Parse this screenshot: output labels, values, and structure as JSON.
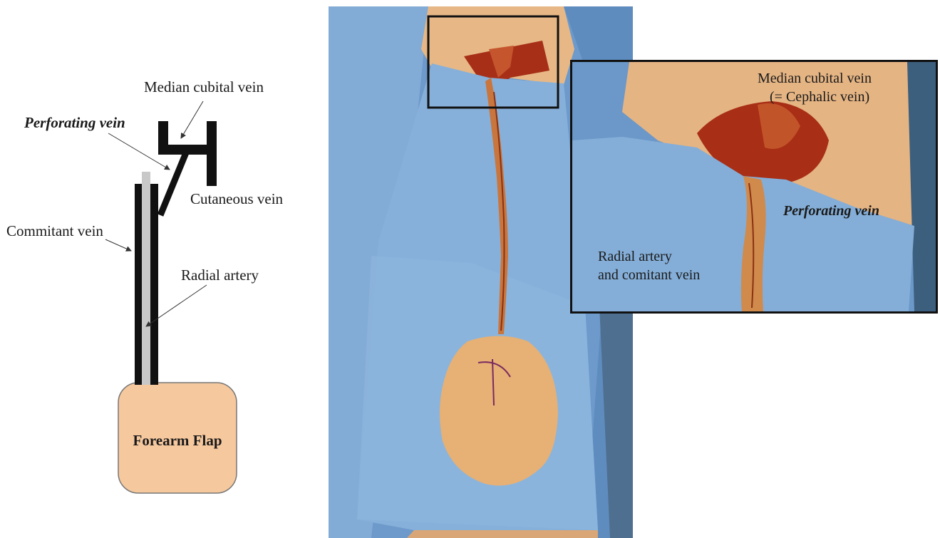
{
  "diagram": {
    "labels": {
      "median_cubital_vein": "Median cubital vein",
      "perforating_vein": "Perforating vein",
      "cutaneous_vein": "Cutaneous vein",
      "commitant_vein": "Commitant vein",
      "radial_artery": "Radial artery",
      "forearm_flap": "Forearm Flap"
    },
    "colors": {
      "vein": "#111111",
      "artery": "#c8c8c8",
      "flap_fill": "#f6c89e",
      "flap_stroke": "#777777"
    }
  },
  "photo": {
    "description_colors": {
      "drape": "#7aa6d4",
      "skin": "#e3b27f",
      "tissue": "#b23a1e"
    }
  },
  "inset": {
    "labels": {
      "median_cubital_line1": "Median cubital vein",
      "median_cubital_line2": "(= Cephalic vein)",
      "perforating_vein": "Perforating vein",
      "radial_artery_line1": "Radial artery",
      "radial_artery_line2": "and comitant vein"
    }
  }
}
